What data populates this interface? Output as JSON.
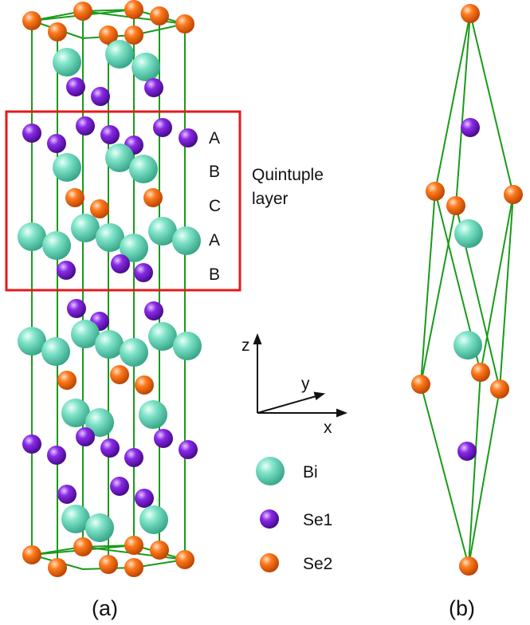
{
  "panels": {
    "a_label": "(a)",
    "b_label": "(b)"
  },
  "stacking_labels": [
    "A",
    "B",
    "C",
    "A",
    "B"
  ],
  "quintuple_label": [
    "Quintuple",
    "layer"
  ],
  "axes": {
    "z": "z",
    "y": "y",
    "x": "x"
  },
  "legend": [
    {
      "label": "Bi",
      "atom": "bi"
    },
    {
      "label": "Se1",
      "atom": "se1"
    },
    {
      "label": "Se2",
      "atom": "se2"
    }
  ],
  "colors": {
    "bi": "#4fd1b0",
    "se1": "#7a16d8",
    "se2": "#f46a0c",
    "bond": "#1a9a1a",
    "highlight_box": "#e31a1c",
    "text": "#111111"
  }
}
